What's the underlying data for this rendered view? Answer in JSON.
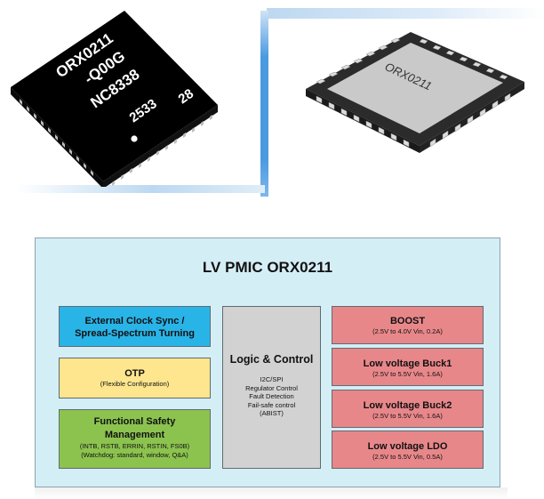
{
  "chip_left": {
    "lines": [
      "ORX0211",
      "-Q00G",
      "NC8338",
      "2533",
      "28"
    ],
    "body_color": "#1a1a1a",
    "marking_color": "#ffffff"
  },
  "chip_right": {
    "marking": "ORX0211",
    "top_color": "#c9c9c9",
    "body_color": "#2b2b2b",
    "pin_color": "#d8d8d8"
  },
  "diagram": {
    "title": "LV PMIC ORX0211",
    "clock": {
      "title_line1": "External Clock Sync /",
      "title_line2": "Spread-Spectrum Turning",
      "color": "#29b4e8"
    },
    "otp": {
      "title": "OTP",
      "sub": "(Flexible Configuration)",
      "color": "#fde68e"
    },
    "fsm": {
      "title_line1": "Functional Safety",
      "title_line2": "Management",
      "sub_line1": "(INTB,  RSTB, ERRIN, RSTIN, FS0B)",
      "sub_line2": "(Watchdog: standard, window, Q&A)",
      "color": "#8cc34f"
    },
    "logic": {
      "title": "Logic & Control",
      "items": [
        "I2C/SPI",
        "Regulator Control",
        "Fault Detection",
        "Fail-safe control",
        "(ABIST)"
      ],
      "color": "#d2d2d2"
    },
    "boost": {
      "title": "BOOST",
      "sub": "(2.5V to 4.0V Vin, 0.2A)"
    },
    "buck1": {
      "title": "Low voltage Buck1",
      "sub": "(2.5V to 5.5V Vin, 1.6A)"
    },
    "buck2": {
      "title": "Low voltage Buck2",
      "sub": "(2.5V to 5.5V Vin, 1.6A)"
    },
    "ldo": {
      "title": "Low voltage LDO",
      "sub": "(2.5V to 5.5V Vin, 0.5A)"
    },
    "regulator_color": "#e8878a",
    "background_color": "#d4eef6"
  }
}
